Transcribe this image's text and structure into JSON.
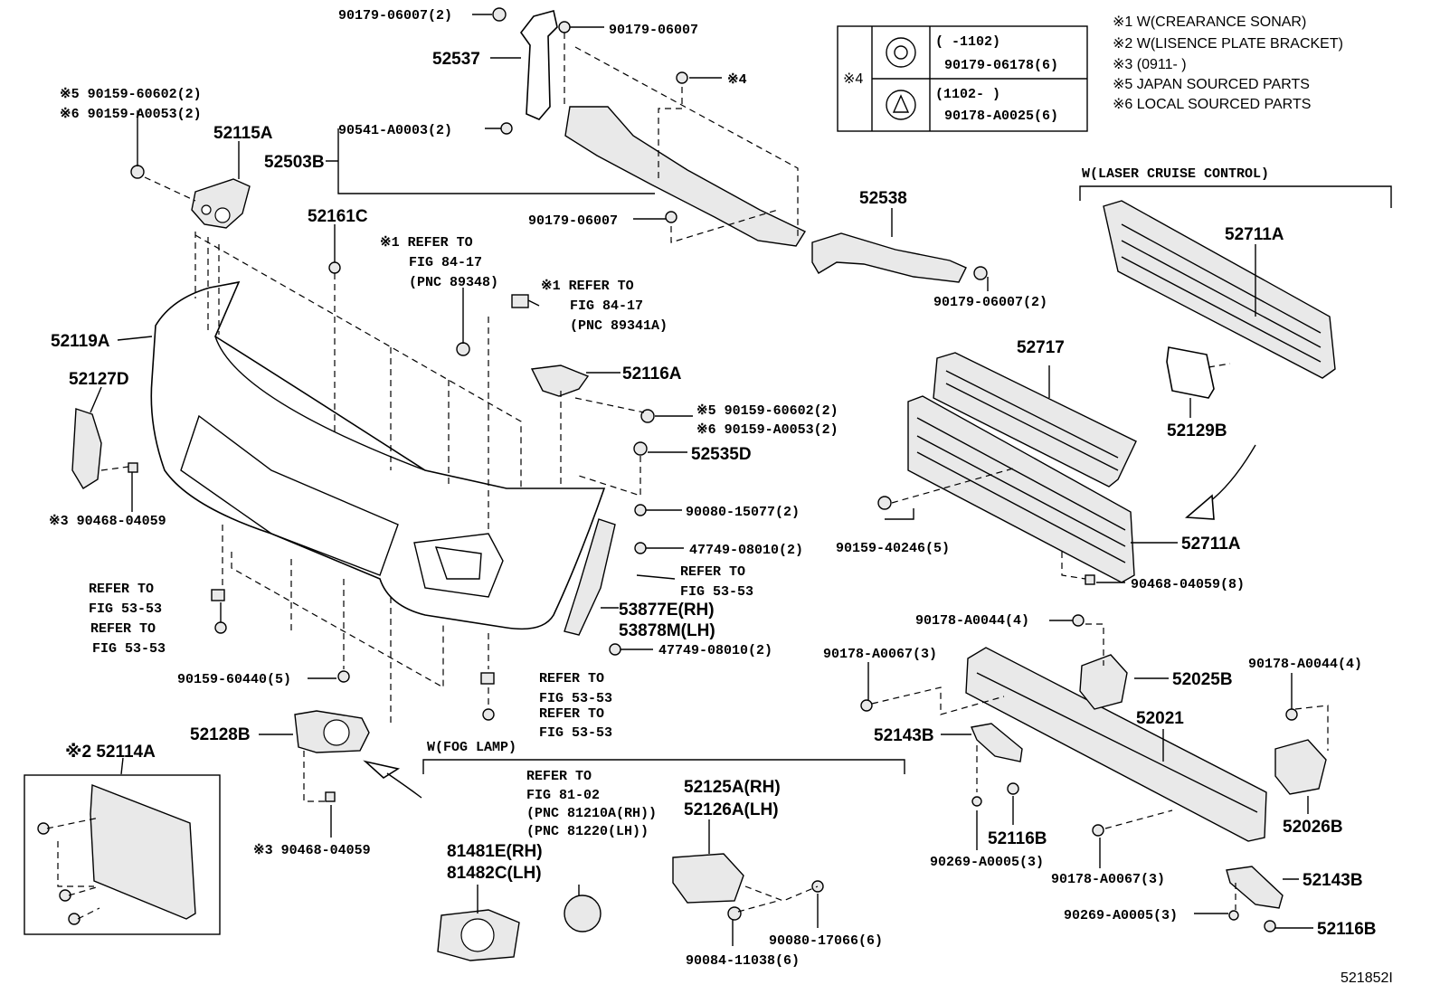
{
  "labels": {
    "l1": "90179-06007(2)",
    "l2": "90179-06007",
    "l3": "52537",
    "l4": "※4",
    "l5": "90541-A0003(2)",
    "l6": "52503B",
    "l7": "90179-06007",
    "l8": "52538",
    "l9": "90179-06007(2)",
    "l10": "※5 90159-60602(2)",
    "l11": "※6 90159-A0053(2)",
    "l12": "52115A",
    "l13": "52161C",
    "l14": "※1 REFER TO",
    "l15": "FIG 84-17",
    "l16": "(PNC 89348)",
    "l17": "※1 REFER TO",
    "l18": "FIG 84-17",
    "l19": "(PNC 89341A)",
    "l20": "52119A",
    "l21": "52127D",
    "l22": "52116A",
    "l23": "※5 90159-60602(2)",
    "l24": "※6 90159-A0053(2)",
    "l25": "52535D",
    "l26": "※3 90468-04059",
    "l27": "90080-15077(2)",
    "l28": "47749-08010(2)",
    "l29": "REFER TO",
    "l30": "FIG 53-53",
    "l31": "REFER TO",
    "l32": "FIG 53-53",
    "l33": "53877E(RH)",
    "l34": "REFER TO",
    "l35": "53878M(LH)",
    "l36": "FIG 53-53",
    "l37": "47749-08010(2)",
    "l38": "90159-60440(5)",
    "l39": "REFER TO",
    "l40": "FIG 53-53",
    "l41": "REFER TO",
    "l42": "FIG 53-53",
    "l43": "52128B",
    "l44": "W(FOG LAMP)",
    "l45": "※2 52114A",
    "l46": "REFER TO",
    "l47": "FIG 81-02",
    "l48": "(PNC 81210A(RH))",
    "l49": "(PNC 81220(LH))",
    "l50": "52125A(RH)",
    "l51": "52126A(LH)",
    "l52": "※3 90468-04059",
    "l53": "81481E(RH)",
    "l54": "81482C(LH)",
    "l55": "90080-17066(6)",
    "l56": "90084-11038(6)",
    "l57": "W(LASER CRUISE CONTROL)",
    "l58": "52711A",
    "l59": "52717",
    "l60": "52129B",
    "l61": "52711A",
    "l62": "90159-40246(5)",
    "l63": "90468-04059(8)",
    "l64": "90178-A0044(4)",
    "l65": "90178-A0067(3)",
    "l66": "90178-A0044(4)",
    "l67": "52025B",
    "l68": "52021",
    "l69": "52143B",
    "l70": "52026B",
    "l71": "52116B",
    "l72": "90269-A0005(3)",
    "l73": "90178-A0067(3)",
    "l74": "52143B",
    "l75": "90269-A0005(3)",
    "l76": "52116B",
    "l77": "521852I"
  },
  "legend": {
    "mark": "※4",
    "row1_range": "(     -1102)",
    "row1_part": "90179-06178(6)",
    "row2_range": "(1102-      )",
    "row2_part": "90178-A0025(6)"
  },
  "notes": {
    "n1": "※1 W(CREARANCE SONAR)",
    "n2": "※2 W(LISENCE PLATE BRACKET)",
    "n3": "※3 (0911-      )",
    "n5": "※5 JAPAN SOURCED PARTS",
    "n6": "※6 LOCAL SOURCED PARTS"
  }
}
